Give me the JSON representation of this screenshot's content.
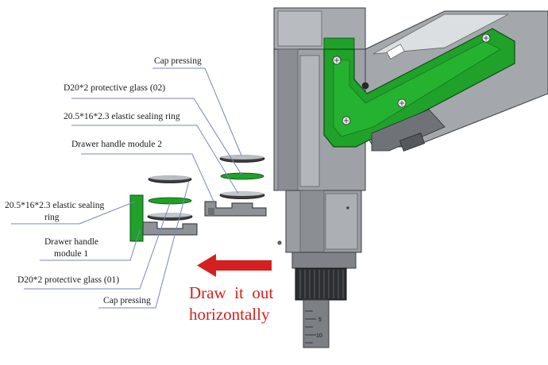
{
  "labels": {
    "cap_pressing_top": "Cap pressing",
    "protective_glass_02": "D20*2 protective glass (02)",
    "sealing_ring_top": "20.5*16*2.3 elastic sealing ring",
    "drawer_handle_2": "Drawer handle module 2",
    "sealing_ring_left_line1": "20.5*16*2.3 elastic sealing",
    "sealing_ring_left_line2": "ring",
    "drawer_handle_1_line1": "Drawer handle",
    "drawer_handle_1_line2": "module 1",
    "protective_glass_01": "D20*2 protective glass (01)",
    "cap_pressing_bottom": "Cap pressing"
  },
  "instruction": {
    "line1": "Draw  it  out",
    "line2": "horizontally"
  },
  "scale_marks": [
    "5",
    "10"
  ],
  "colors": {
    "green": "#1fa12a",
    "body_gray": "#9a9ea3",
    "dark_gray": "#5e6166",
    "arrow_red": "#d42020",
    "leader_blue": "#7a85b8"
  }
}
